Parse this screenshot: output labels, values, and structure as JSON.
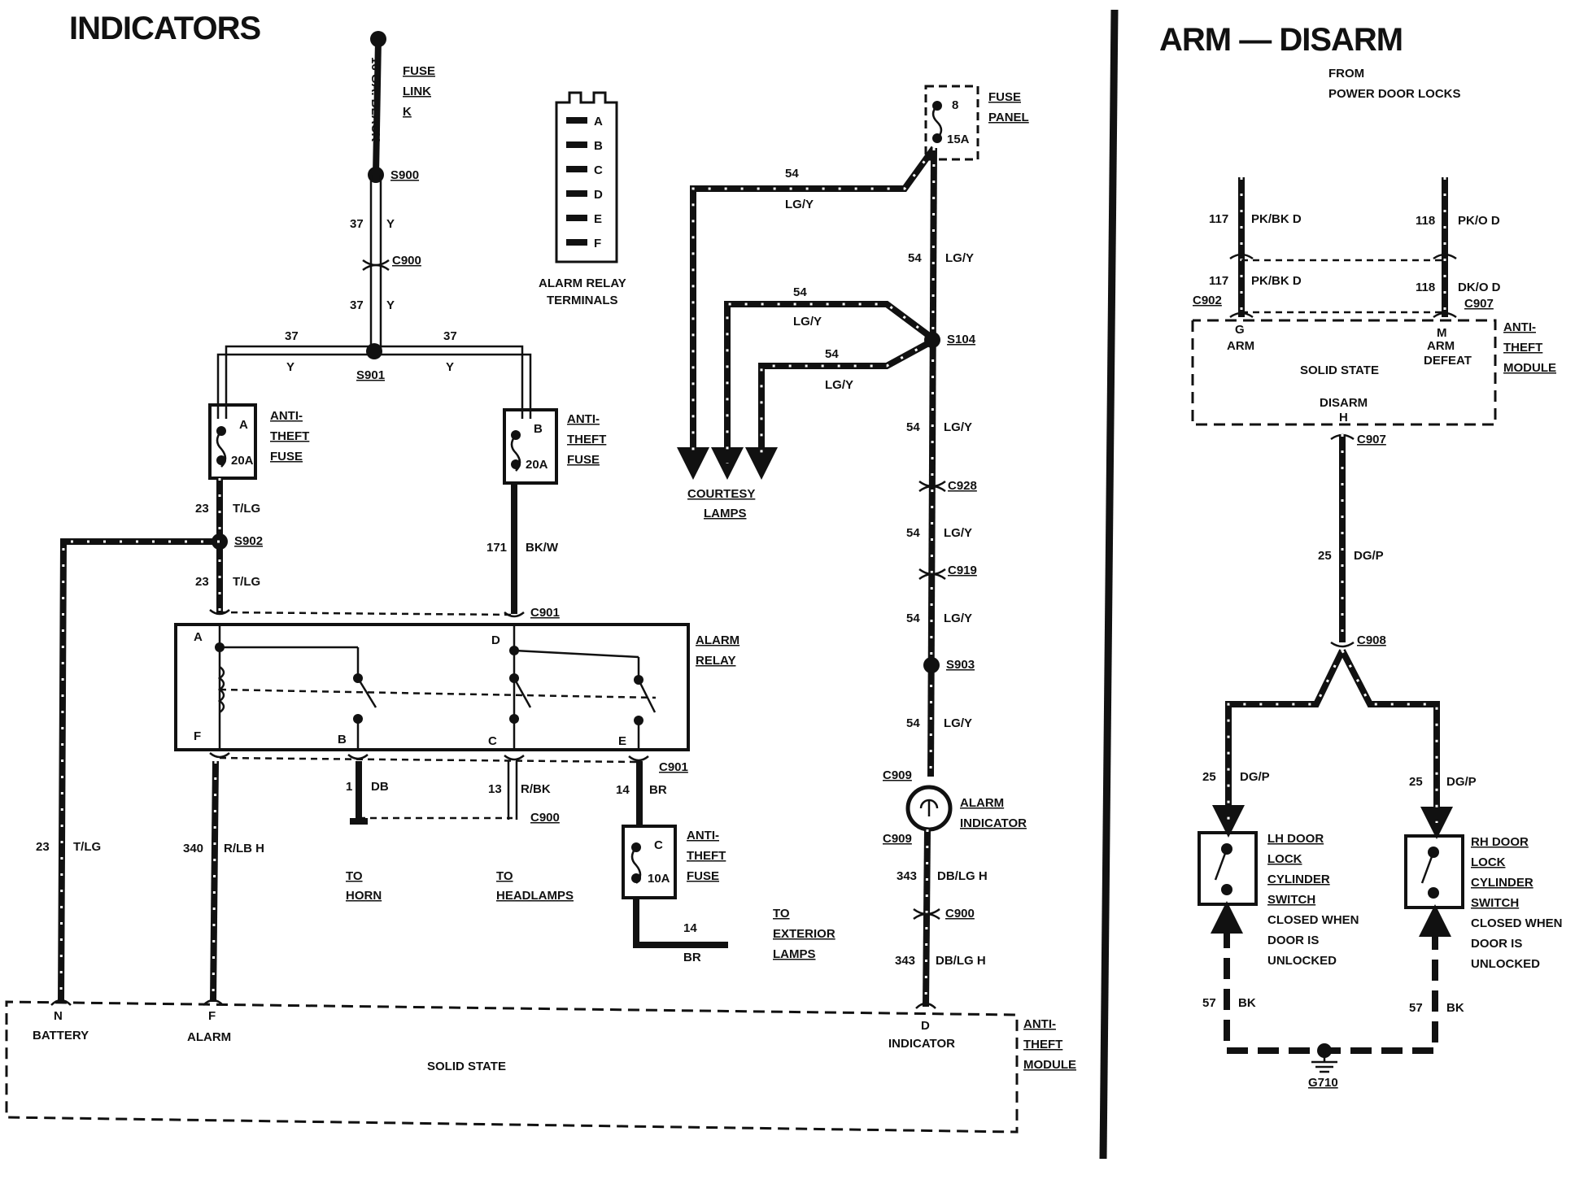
{
  "titles": {
    "left": "INDICATORS",
    "right": "ARM — DISARM"
  },
  "relay_terminals": {
    "caption1": "ALARM RELAY",
    "caption2": "TERMINALS",
    "letters": [
      "A",
      "B",
      "C",
      "D",
      "E",
      "F"
    ]
  },
  "fuse_link": {
    "line1": "FUSE",
    "line2": "LINK",
    "line3": "K",
    "gauge": "16 GA. BLACK"
  },
  "fuse_panel": {
    "line1": "FUSE",
    "line2": "PANEL",
    "num": "8",
    "amps": "15A"
  },
  "splices": {
    "s900": "S900",
    "s901": "S901",
    "s902": "S902",
    "s104": "S104",
    "s903": "S903"
  },
  "connectors": {
    "c900": "C900",
    "c901": "C901",
    "c928": "C928",
    "c919": "C919",
    "c909": "C909",
    "c902": "C902",
    "c907": "C907",
    "c908": "C908"
  },
  "fuses": {
    "a": {
      "letter": "A",
      "amps": "20A"
    },
    "b": {
      "letter": "B",
      "amps": "20A"
    },
    "c": {
      "letter": "C",
      "amps": "10A"
    },
    "label1": "ANTI-",
    "label2": "THEFT",
    "label3": "FUSE"
  },
  "alarm_relay": {
    "line1": "ALARM",
    "line2": "RELAY",
    "terminals": {
      "a": "A",
      "b": "B",
      "c": "C",
      "d": "D",
      "e": "E",
      "f": "F"
    }
  },
  "wires": {
    "w37": "37",
    "w23": "23",
    "w171": "171",
    "w54": "54",
    "w1": "1",
    "w13": "13",
    "w14": "14",
    "w340": "340",
    "w343": "343",
    "w117": "117",
    "w118": "118",
    "w25": "25",
    "w57": "57",
    "y": "Y",
    "tlg": "T/LG",
    "bkw": "BK/W",
    "lgy": "LG/Y",
    "db": "DB",
    "rbk": "R/BK",
    "br": "BR",
    "rlbh": "R/LB H",
    "dblgh": "DB/LG H",
    "pkbkd": "PK/BK D",
    "pkod": "PK/O D",
    "dkod": "DK/O D",
    "dgp": "DG/P",
    "bk": "BK"
  },
  "destinations": {
    "courtesy1": "COURTESY",
    "courtesy2": "LAMPS",
    "horn1": "TO",
    "horn2": "HORN",
    "head1": "TO",
    "head2": "HEADLAMPS",
    "ext1": "TO",
    "ext2": "EXTERIOR",
    "ext3": "LAMPS"
  },
  "alarm_indicator": {
    "line1": "ALARM",
    "line2": "INDICATOR"
  },
  "module": {
    "line1": "ANTI-",
    "line2": "THEFT",
    "line3": "MODULE",
    "solid_state": "SOLID STATE",
    "battery_pin": "N",
    "battery": "BATTERY",
    "alarm_pin": "F",
    "alarm": "ALARM",
    "indicator_pin": "D",
    "indicator": "INDICATOR"
  },
  "arm_disarm": {
    "from1": "FROM",
    "from2": "POWER DOOR LOCKS",
    "g": "G",
    "arm": "ARM",
    "m": "M",
    "arm_defeat1": "ARM",
    "arm_defeat2": "DEFEAT",
    "solid_state": "SOLID STATE",
    "disarm": "DISARM",
    "h": "H",
    "lh1": "LH DOOR",
    "lh2": "LOCK",
    "lh3": "CYLINDER",
    "lh4": "SWITCH",
    "rh1": "RH DOOR",
    "rh2": "LOCK",
    "rh3": "CYLINDER",
    "rh4": "SWITCH",
    "closed1": "CLOSED WHEN",
    "closed2": "DOOR IS",
    "closed3": "UNLOCKED",
    "ground": "G710"
  }
}
